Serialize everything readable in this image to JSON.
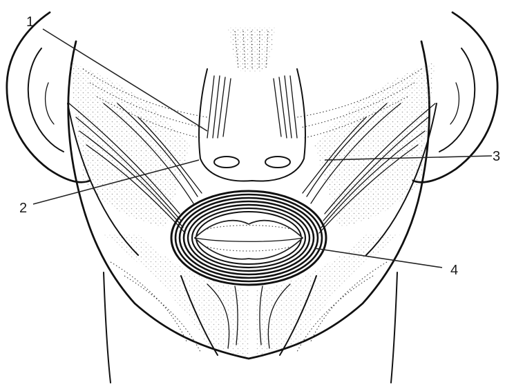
{
  "labels": [
    {
      "text": "1"
    },
    {
      "text": "2"
    },
    {
      "text": "3"
    },
    {
      "text": "4"
    }
  ]
}
